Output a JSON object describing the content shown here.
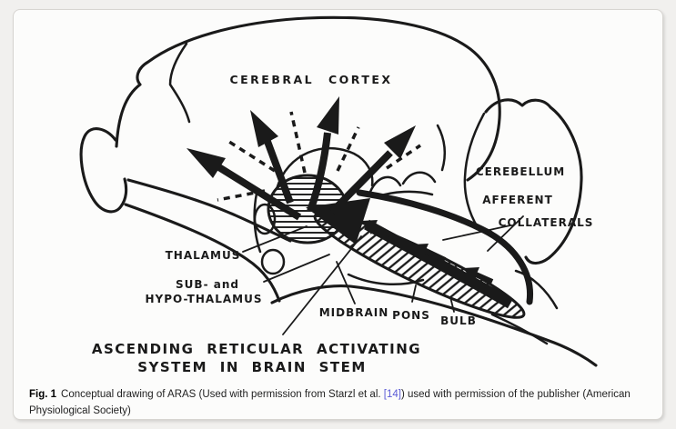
{
  "caption": {
    "label": "Fig. 1",
    "before_link": "Conceptual drawing of ARAS (Used with permission from Starzl et al. ",
    "link_text": "[14]",
    "after_link": ") used with permission of the publisher (American Physiological Society)"
  },
  "diagram": {
    "labels": {
      "cerebral_cortex": "CEREBRAL CORTEX",
      "cerebellum": "CEREBELLUM",
      "afferent": "AFFERENT",
      "collaterals": "COLLATERALS",
      "thalamus": "THALAMUS",
      "sub_and": "SUB- and",
      "hypo_thalamus": "HYPO-THALAMUS",
      "midbrain": "MIDBRAIN",
      "pons": "PONS",
      "bulb": "BULB",
      "aras_line1": "ASCENDING RETICULAR ACTIVATING",
      "aras_line2": "SYSTEM IN BRAIN STEM"
    }
  },
  "colors": {
    "ink": "#1a1a1a",
    "paper": "#fcfcfb",
    "card_border": "#d7d5d1",
    "page_background": "#f1f0ee",
    "caption_text": "#222222",
    "citation_link": "#5b5bd6"
  }
}
